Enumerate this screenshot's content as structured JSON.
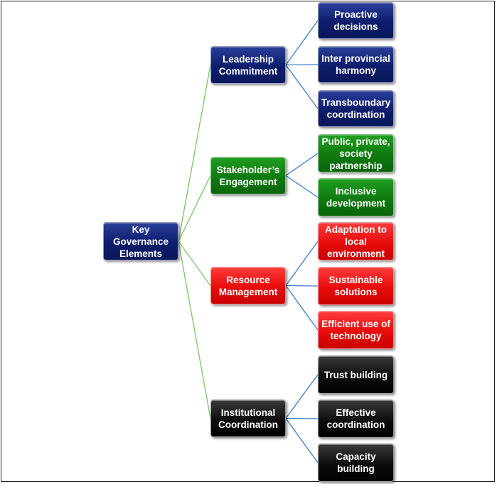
{
  "colors": {
    "blue": "#10217a",
    "green": "#128212",
    "red": "#ee1111",
    "black": "#0a0a0a",
    "root_line": "#7cc46a",
    "branch_line": "#3a7fc8"
  },
  "root": {
    "label": "Key\nGovernance\nElements"
  },
  "branches": [
    {
      "label": "Leadership\nCommitment",
      "color": "blue",
      "leaves": [
        "Proactive\ndecisions",
        "Inter provincial\nharmony",
        "Transboundary\ncoordination"
      ]
    },
    {
      "label": "Stakeholder’s\nEngagement",
      "color": "green",
      "leaves": [
        "Public, private,\nsociety\npartnership",
        "Inclusive\ndevelopment"
      ]
    },
    {
      "label": "Resource\nManagement",
      "color": "red",
      "leaves": [
        "Adaptation to\nlocal\nenvironment",
        "Sustainable\nsolutions",
        "Efficient use of\ntechnology"
      ]
    },
    {
      "label": "Institutional\nCoordination",
      "color": "black",
      "leaves": [
        "Trust building",
        "Effective\ncoordination",
        "Capacity\nbuilding"
      ]
    }
  ]
}
